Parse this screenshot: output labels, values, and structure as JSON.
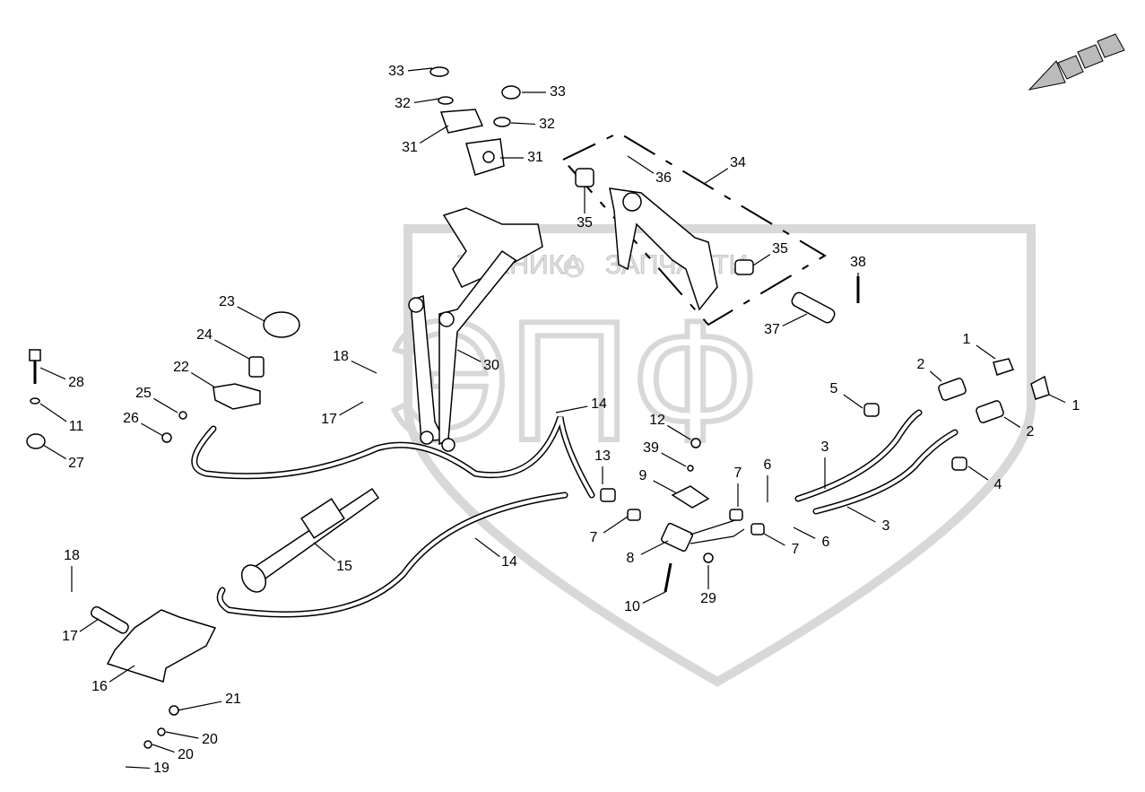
{
  "watermark": {
    "top_text": "ТЕХНИКА",
    "right_text": "ЗАПЧАСТИ",
    "logo_letters": "ЭПФ",
    "gear_icon": "gear-icon"
  },
  "direction_arrow": {
    "icon": "dotted-direction-arrow-icon"
  },
  "callouts": [
    "33",
    "32",
    "31",
    "33",
    "32",
    "31",
    "34",
    "36",
    "35",
    "35",
    "38",
    "37",
    "30",
    "23",
    "24",
    "22",
    "25",
    "26",
    "28",
    "11",
    "27",
    "18",
    "17",
    "14",
    "13",
    "12",
    "39",
    "9",
    "7",
    "6",
    "3",
    "5",
    "2",
    "1",
    "1",
    "2",
    "4",
    "3",
    "6",
    "7",
    "8",
    "10",
    "29",
    "14",
    "15",
    "7",
    "18",
    "17",
    "16",
    "21",
    "20",
    "20",
    "19"
  ]
}
